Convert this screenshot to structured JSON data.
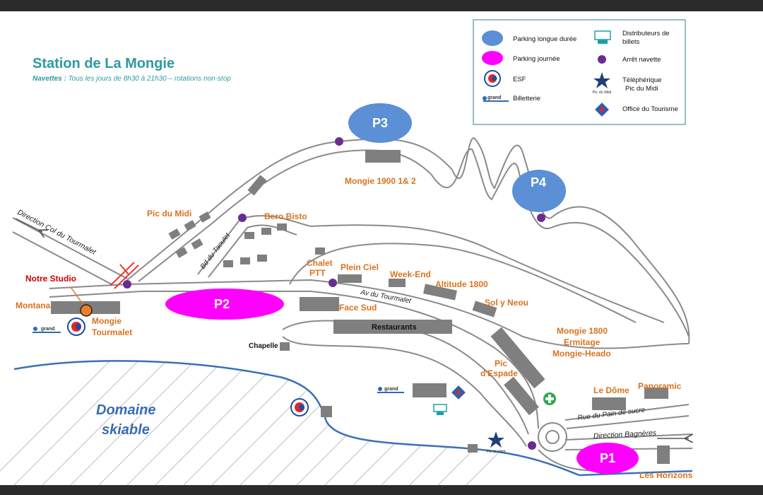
{
  "colors": {
    "accent": "#2e9aa0",
    "label": "#d9731e",
    "parking_long": "#5b8fd6",
    "parking_day": "#ff00ff",
    "stop": "#6a2c91",
    "slope_line": "#3a70b8",
    "skiable_text": "#3a6cb0",
    "studio": "#cc0000",
    "studio_marker": "#f07d2a"
  },
  "header": {
    "title": "Station de La Mongie",
    "subtitle_lead": "Navettes :",
    "subtitle_rest": " Tous les jours de 8h30 à 21h30 – rotations non-stop"
  },
  "legend": {
    "parking_long": "Parking longue durée",
    "parking_day": "Parking journée",
    "esf": "ESF",
    "billetterie": "Billetterie",
    "distrib_line1": "Distributeurs de",
    "distrib_line2": "billets",
    "stop": "Arrêt navette",
    "telepherique_line1": "Téléphérique",
    "telepherique_line2": "Pic du Midi",
    "office": "Office du Tourisme",
    "icons": [
      "esf-logo-icon",
      "grand-tourmalet-logo-icon",
      "atm-icon",
      "pic-du-midi-star-icon",
      "tourism-office-icon",
      "shuttle-stop-icon"
    ]
  },
  "parkings": {
    "p1": "P1",
    "p2": "P2",
    "p3": "P3",
    "p4": "P4"
  },
  "roads": {
    "col": "Direction Col du Tourmalet",
    "taoulet": "Bd du Taoulet",
    "tourmalet": "Av du Tourmalet",
    "pain": "Rue du Pain de sucre",
    "bagneres": "Direction Bagnères"
  },
  "places": {
    "pic_du_midi": "Pic du Midi",
    "bero_bisto": "Bero Bisto",
    "mongie_1900": "Mongie 1900 1& 2",
    "chalet_1": "Chalet",
    "chalet_2": "PTT",
    "plein_ciel": "Plein Ciel",
    "week_end": "Week-End",
    "altitude": "Altitude 1800",
    "sol_y_neou": "Sol y Neou",
    "face_sud": "Face Sud",
    "restaurants": "Restaurants",
    "chapelle": "Chapelle",
    "montana": "Montana",
    "mongie_tourmalet_1": "Mongie",
    "mongie_tourmalet_2": "Tourmalet",
    "mongie_1800_1": "Mongie 1800",
    "mongie_1800_2": "Ermitage",
    "mongie_1800_3": "Mongie-Heado",
    "pic_espade_1": "Pic",
    "pic_espade_2": "d'Espade",
    "le_dome": "Le Dôme",
    "panoramic": "Panoramic",
    "les_horizons": "Les Horizons",
    "notre_studio": "Notre Studio",
    "skiable_1": "Domaine",
    "skiable_2": "skiable"
  },
  "logos": {
    "grand": "grand",
    "pic_du_midi_small": "Pic du Midi"
  }
}
